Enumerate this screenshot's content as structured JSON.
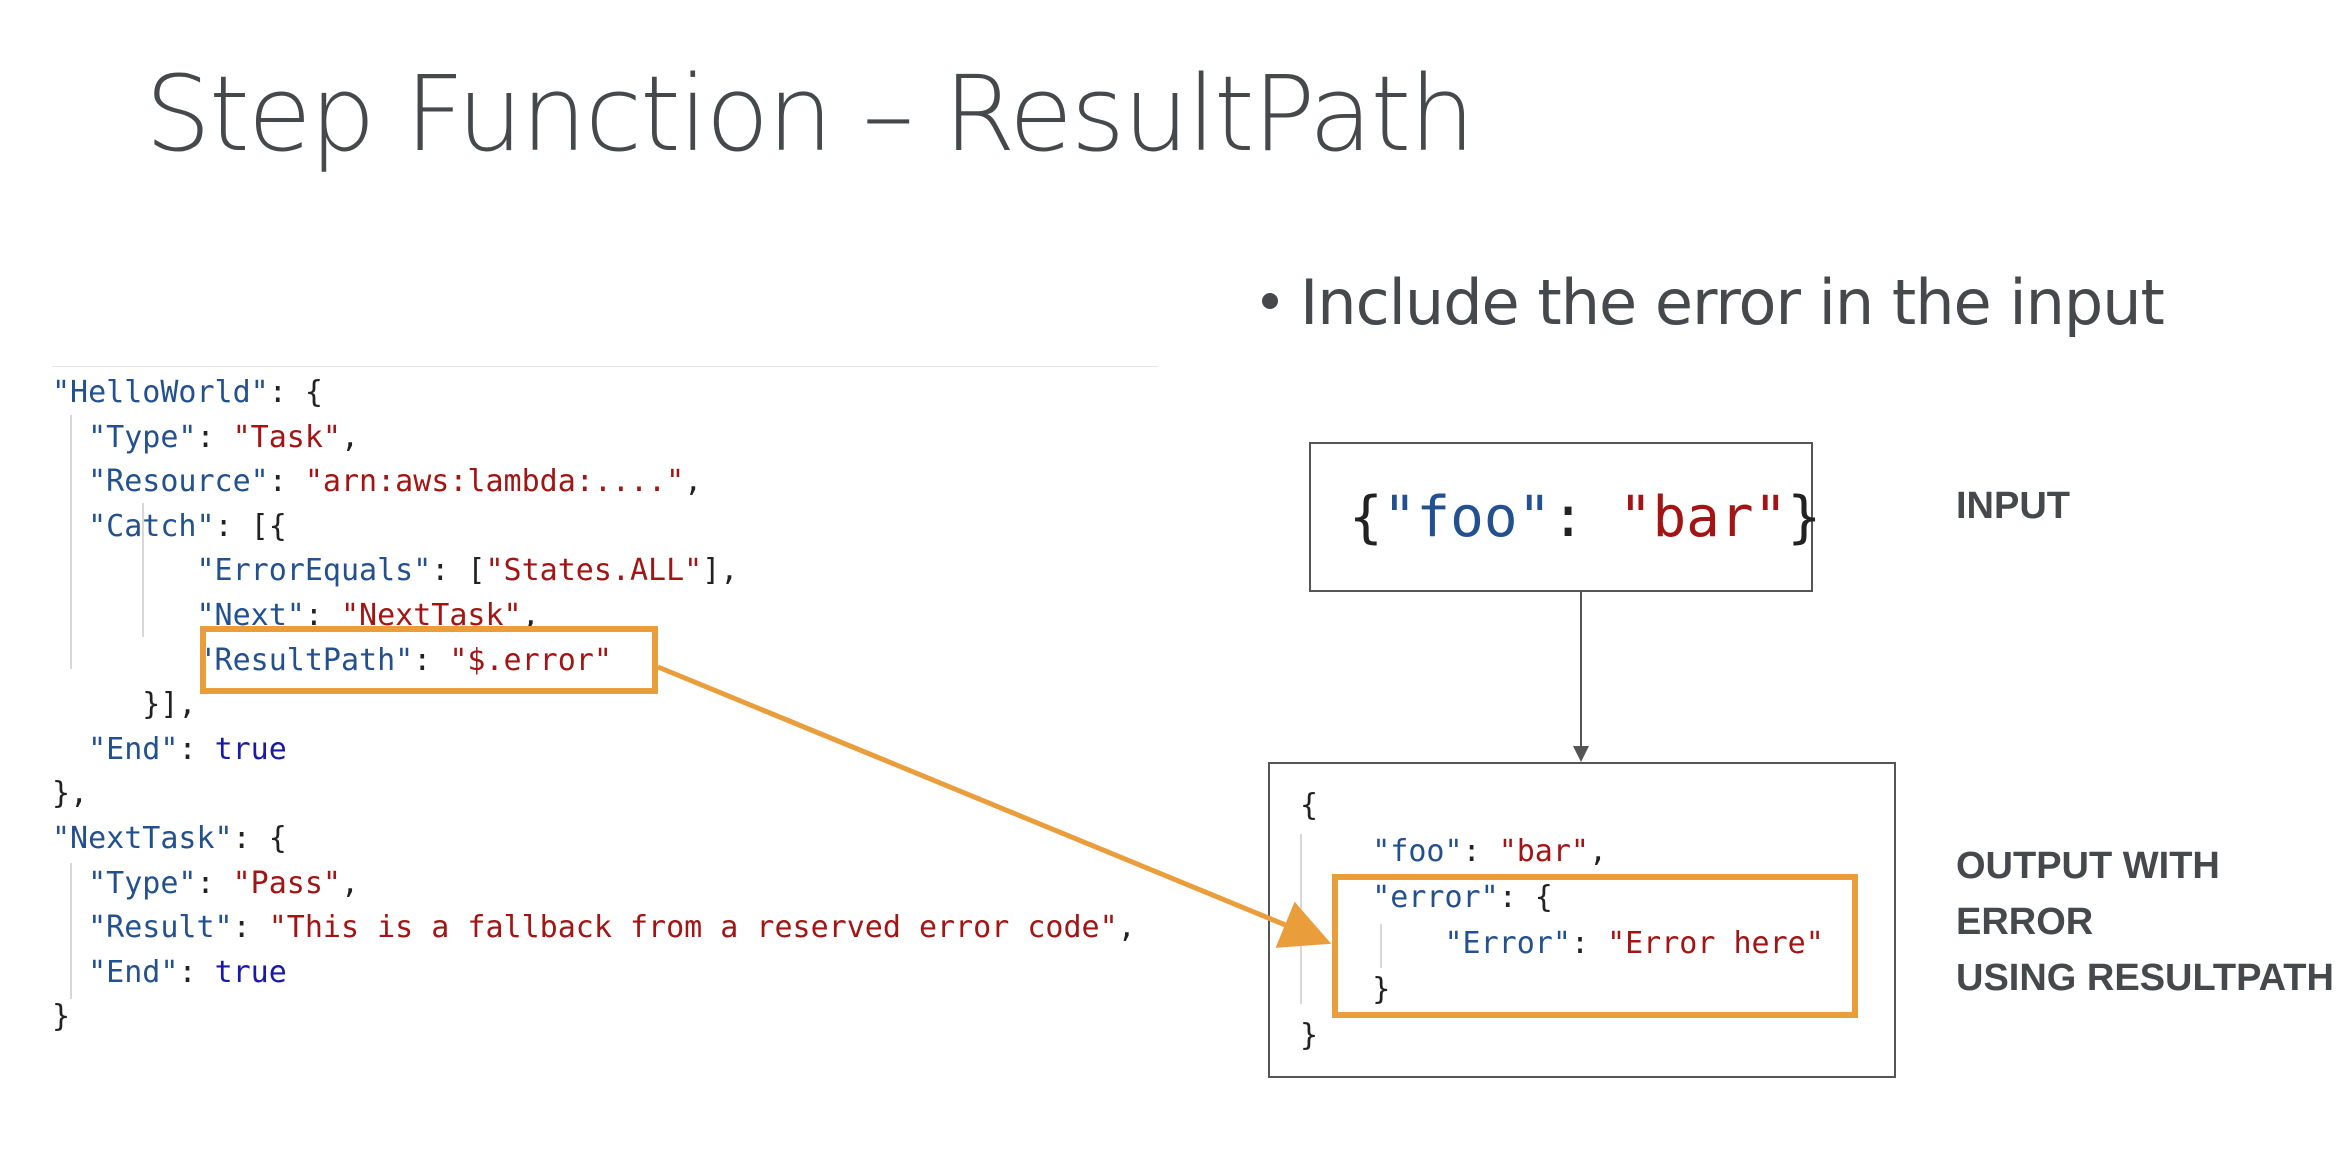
{
  "title": "Step Function – ResultPath",
  "bullet": "Include the error in the input",
  "code_lines": [
    [
      {
        "t": "\"HelloWorld\"",
        "c": "k"
      },
      {
        "t": ": {",
        "c": "p"
      }
    ],
    [
      {
        "t": "  \"Type\"",
        "c": "k"
      },
      {
        "t": ": ",
        "c": "p"
      },
      {
        "t": "\"Task\"",
        "c": "s"
      },
      {
        "t": ",",
        "c": "p"
      }
    ],
    [
      {
        "t": "  \"Resource\"",
        "c": "k"
      },
      {
        "t": ": ",
        "c": "p"
      },
      {
        "t": "\"arn:aws:lambda:....\"",
        "c": "s"
      },
      {
        "t": ",",
        "c": "p"
      }
    ],
    [
      {
        "t": "  \"Catch\"",
        "c": "k"
      },
      {
        "t": ": [{",
        "c": "p"
      }
    ],
    [
      {
        "t": "        \"ErrorEquals\"",
        "c": "k"
      },
      {
        "t": ": [",
        "c": "p"
      },
      {
        "t": "\"States.ALL\"",
        "c": "s"
      },
      {
        "t": "],",
        "c": "p"
      }
    ],
    [
      {
        "t": "        \"Next\"",
        "c": "k"
      },
      {
        "t": ": ",
        "c": "p"
      },
      {
        "t": "\"NextTask\"",
        "c": "s"
      },
      {
        "t": ",",
        "c": "p"
      }
    ],
    [
      {
        "t": "        \"ResultPath\"",
        "c": "k"
      },
      {
        "t": ": ",
        "c": "p"
      },
      {
        "t": "\"$.error\"",
        "c": "s"
      }
    ],
    [
      {
        "t": "     }],",
        "c": "p"
      }
    ],
    [
      {
        "t": "  \"End\"",
        "c": "k"
      },
      {
        "t": ": ",
        "c": "p"
      },
      {
        "t": "true",
        "c": "b"
      }
    ],
    [
      {
        "t": "},",
        "c": "p"
      }
    ],
    [
      {
        "t": "\"NextTask\"",
        "c": "k"
      },
      {
        "t": ": {",
        "c": "p"
      }
    ],
    [
      {
        "t": "  \"Type\"",
        "c": "k"
      },
      {
        "t": ": ",
        "c": "p"
      },
      {
        "t": "\"Pass\"",
        "c": "s"
      },
      {
        "t": ",",
        "c": "p"
      }
    ],
    [
      {
        "t": "  \"Result\"",
        "c": "k"
      },
      {
        "t": ": ",
        "c": "p"
      },
      {
        "t": "\"This is a fallback from a reserved error code\"",
        "c": "s"
      },
      {
        "t": ",",
        "c": "p"
      }
    ],
    [
      {
        "t": "  \"End\"",
        "c": "k"
      },
      {
        "t": ": ",
        "c": "p"
      },
      {
        "t": "true",
        "c": "b"
      }
    ],
    [
      {
        "t": "}",
        "c": "p"
      }
    ]
  ],
  "input_json": [
    {
      "t": "{",
      "c": "p"
    },
    {
      "t": "\"foo\"",
      "c": "k"
    },
    {
      "t": ": ",
      "c": "p"
    },
    {
      "t": "\"bar\"",
      "c": "s"
    },
    {
      "t": "}",
      "c": "p"
    }
  ],
  "input_label": "INPUT",
  "output_lines": [
    [
      {
        "t": "{",
        "c": "p"
      }
    ],
    [
      {
        "t": "    \"foo\"",
        "c": "k"
      },
      {
        "t": ": ",
        "c": "p"
      },
      {
        "t": "\"bar\"",
        "c": "s"
      },
      {
        "t": ",",
        "c": "p"
      }
    ],
    [
      {
        "t": "    \"error\"",
        "c": "k"
      },
      {
        "t": ": {",
        "c": "p"
      }
    ],
    [
      {
        "t": "        \"Error\"",
        "c": "k"
      },
      {
        "t": ": ",
        "c": "p"
      },
      {
        "t": "\"Error here\"",
        "c": "s"
      }
    ],
    [
      {
        "t": "    }",
        "c": "p"
      }
    ],
    [
      {
        "t": "}",
        "c": "p"
      }
    ]
  ],
  "output_label_lines": [
    "OUTPUT WITH",
    "ERROR",
    "USING RESULTPATH"
  ],
  "colors": {
    "highlight": "#ea9d3b",
    "key": "#23508e",
    "string": "#a31515",
    "boolean": "#1a1aa6"
  }
}
